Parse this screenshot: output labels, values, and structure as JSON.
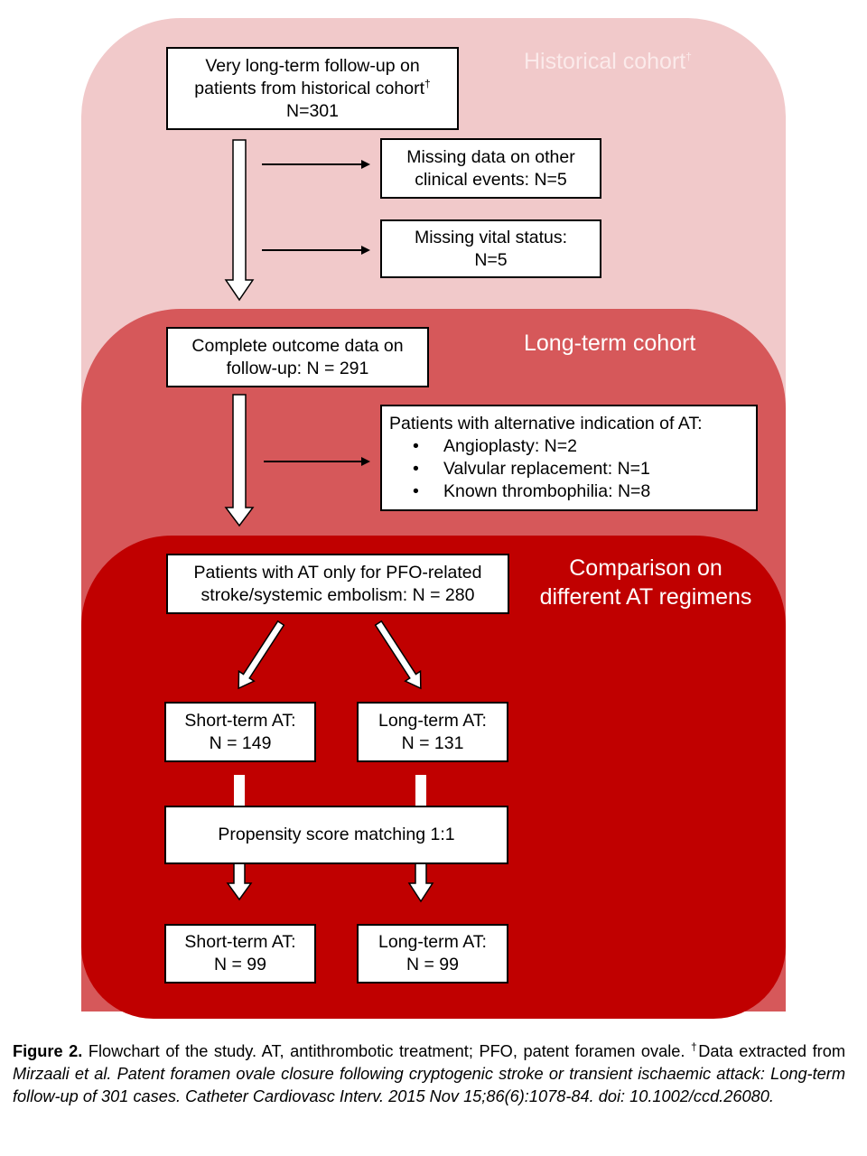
{
  "regions": {
    "historical": {
      "label": "Historical cohort",
      "label_sup": "†",
      "color": "#f1c9ca"
    },
    "long_term": {
      "label": "Long-term cohort",
      "color": "#d6585a"
    },
    "comparison": {
      "label_line1": "Comparison on",
      "label_line2": "different AT regimens",
      "color": "#c00000"
    }
  },
  "boxes": {
    "start": {
      "line1": "Very long-term follow-up on",
      "line2": "patients from historical cohort",
      "line2_sup": "†",
      "line3": "N=301"
    },
    "missing_events": {
      "line1": "Missing data on other",
      "line2": "clinical events: N=5"
    },
    "missing_vital": {
      "line1": "Missing vital status:",
      "line2": "N=5"
    },
    "complete": {
      "line1": "Complete outcome data on",
      "line2": "follow-up: N = 291"
    },
    "alternative": {
      "title": "Patients with alternative indication of AT:",
      "items": [
        "Angioplasty: N=2",
        "Valvular replacement: N=1",
        "Known thrombophilia: N=8"
      ]
    },
    "pfo_only": {
      "line1": "Patients with AT only for PFO-related",
      "line2": "stroke/systemic embolism: N = 280"
    },
    "short_pre": {
      "line1": "Short-term AT:",
      "line2": "N = 149"
    },
    "long_pre": {
      "line1": "Long-term AT:",
      "line2": "N = 131"
    },
    "psm": {
      "label": "Propensity score matching 1:1"
    },
    "short_post": {
      "line1": "Short-term AT:",
      "line2": "N = 99"
    },
    "long_post": {
      "line1": "Long-term AT:",
      "line2": "N = 99"
    }
  },
  "caption": {
    "figure_label": "Figure 2.",
    "text1": " Flowchart of the study. AT, antithrombotic treatment; PFO, patent foramen ovale. ",
    "dagger": "†",
    "text2": "Data extracted from ",
    "italic": "Mirzaali et al. Patent foramen ovale closure following cryptogenic stroke or transient ischaemic attack: Long-term follow-up of 301 cases. Catheter Cardiovasc Interv. 2015 Nov 15;86(6):1078-84. doi: 10.1002/ccd.26080."
  }
}
